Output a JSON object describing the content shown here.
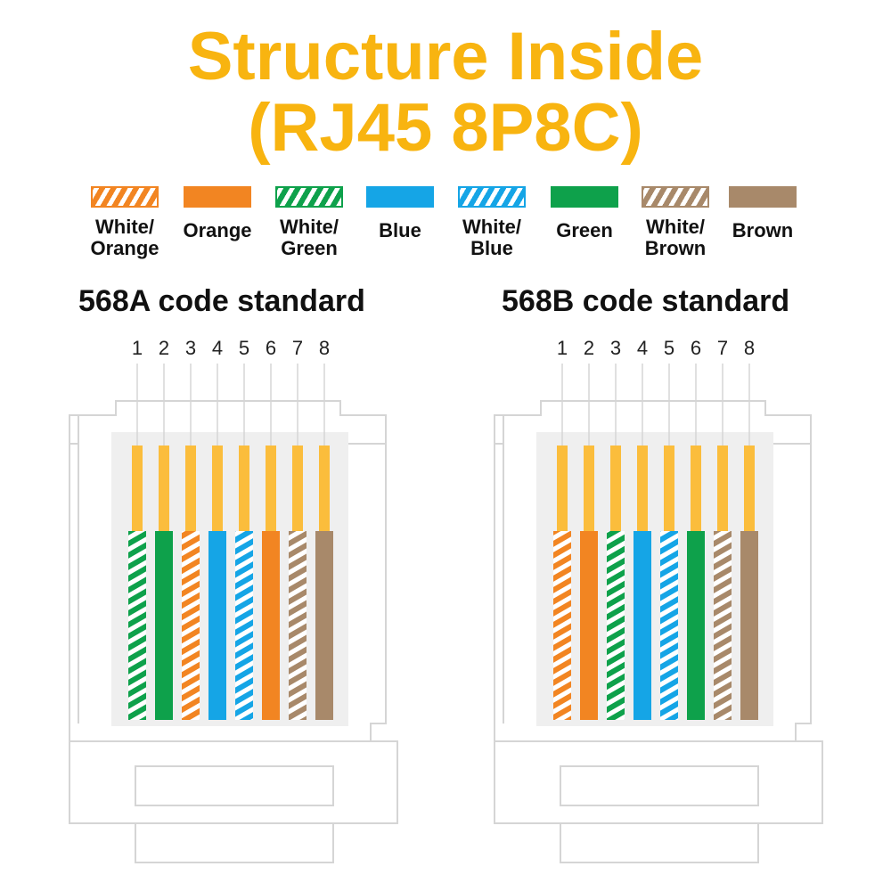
{
  "title": {
    "line1": "Structure Inside",
    "line2": "(RJ45 8P8C)"
  },
  "colors": {
    "title": "#f8b410",
    "orange": "#f28522",
    "green": "#0ea14b",
    "blue": "#15a5e6",
    "brown": "#a8896a",
    "pin_gold": "#fbbd3c",
    "outline": "#d5d5d5"
  },
  "legend": [
    {
      "label": "White/\nOrange",
      "color": "#f28522",
      "striped": true
    },
    {
      "label": "Orange",
      "color": "#f28522",
      "striped": false
    },
    {
      "label": "White/\nGreen",
      "color": "#0ea14b",
      "striped": true
    },
    {
      "label": "Blue",
      "color": "#15a5e6",
      "striped": false
    },
    {
      "label": "White/\nBlue",
      "color": "#15a5e6",
      "striped": true
    },
    {
      "label": "Green",
      "color": "#0ea14b",
      "striped": false
    },
    {
      "label": "White/\nBrown",
      "color": "#a8896a",
      "striped": true
    },
    {
      "label": "Brown",
      "color": "#a8896a",
      "striped": false
    }
  ],
  "standards": [
    {
      "title": "568A code standard",
      "pins": [
        "1",
        "2",
        "3",
        "4",
        "5",
        "6",
        "7",
        "8"
      ],
      "wires": [
        {
          "color": "#0ea14b",
          "striped": true
        },
        {
          "color": "#0ea14b",
          "striped": false
        },
        {
          "color": "#f28522",
          "striped": true
        },
        {
          "color": "#15a5e6",
          "striped": false
        },
        {
          "color": "#15a5e6",
          "striped": true
        },
        {
          "color": "#f28522",
          "striped": false
        },
        {
          "color": "#a8896a",
          "striped": true
        },
        {
          "color": "#a8896a",
          "striped": false
        }
      ]
    },
    {
      "title": "568B code standard",
      "pins": [
        "1",
        "2",
        "3",
        "4",
        "5",
        "6",
        "7",
        "8"
      ],
      "wires": [
        {
          "color": "#f28522",
          "striped": true
        },
        {
          "color": "#f28522",
          "striped": false
        },
        {
          "color": "#0ea14b",
          "striped": true
        },
        {
          "color": "#15a5e6",
          "striped": false
        },
        {
          "color": "#15a5e6",
          "striped": true
        },
        {
          "color": "#0ea14b",
          "striped": false
        },
        {
          "color": "#a8896a",
          "striped": true
        },
        {
          "color": "#a8896a",
          "striped": false
        }
      ]
    }
  ]
}
